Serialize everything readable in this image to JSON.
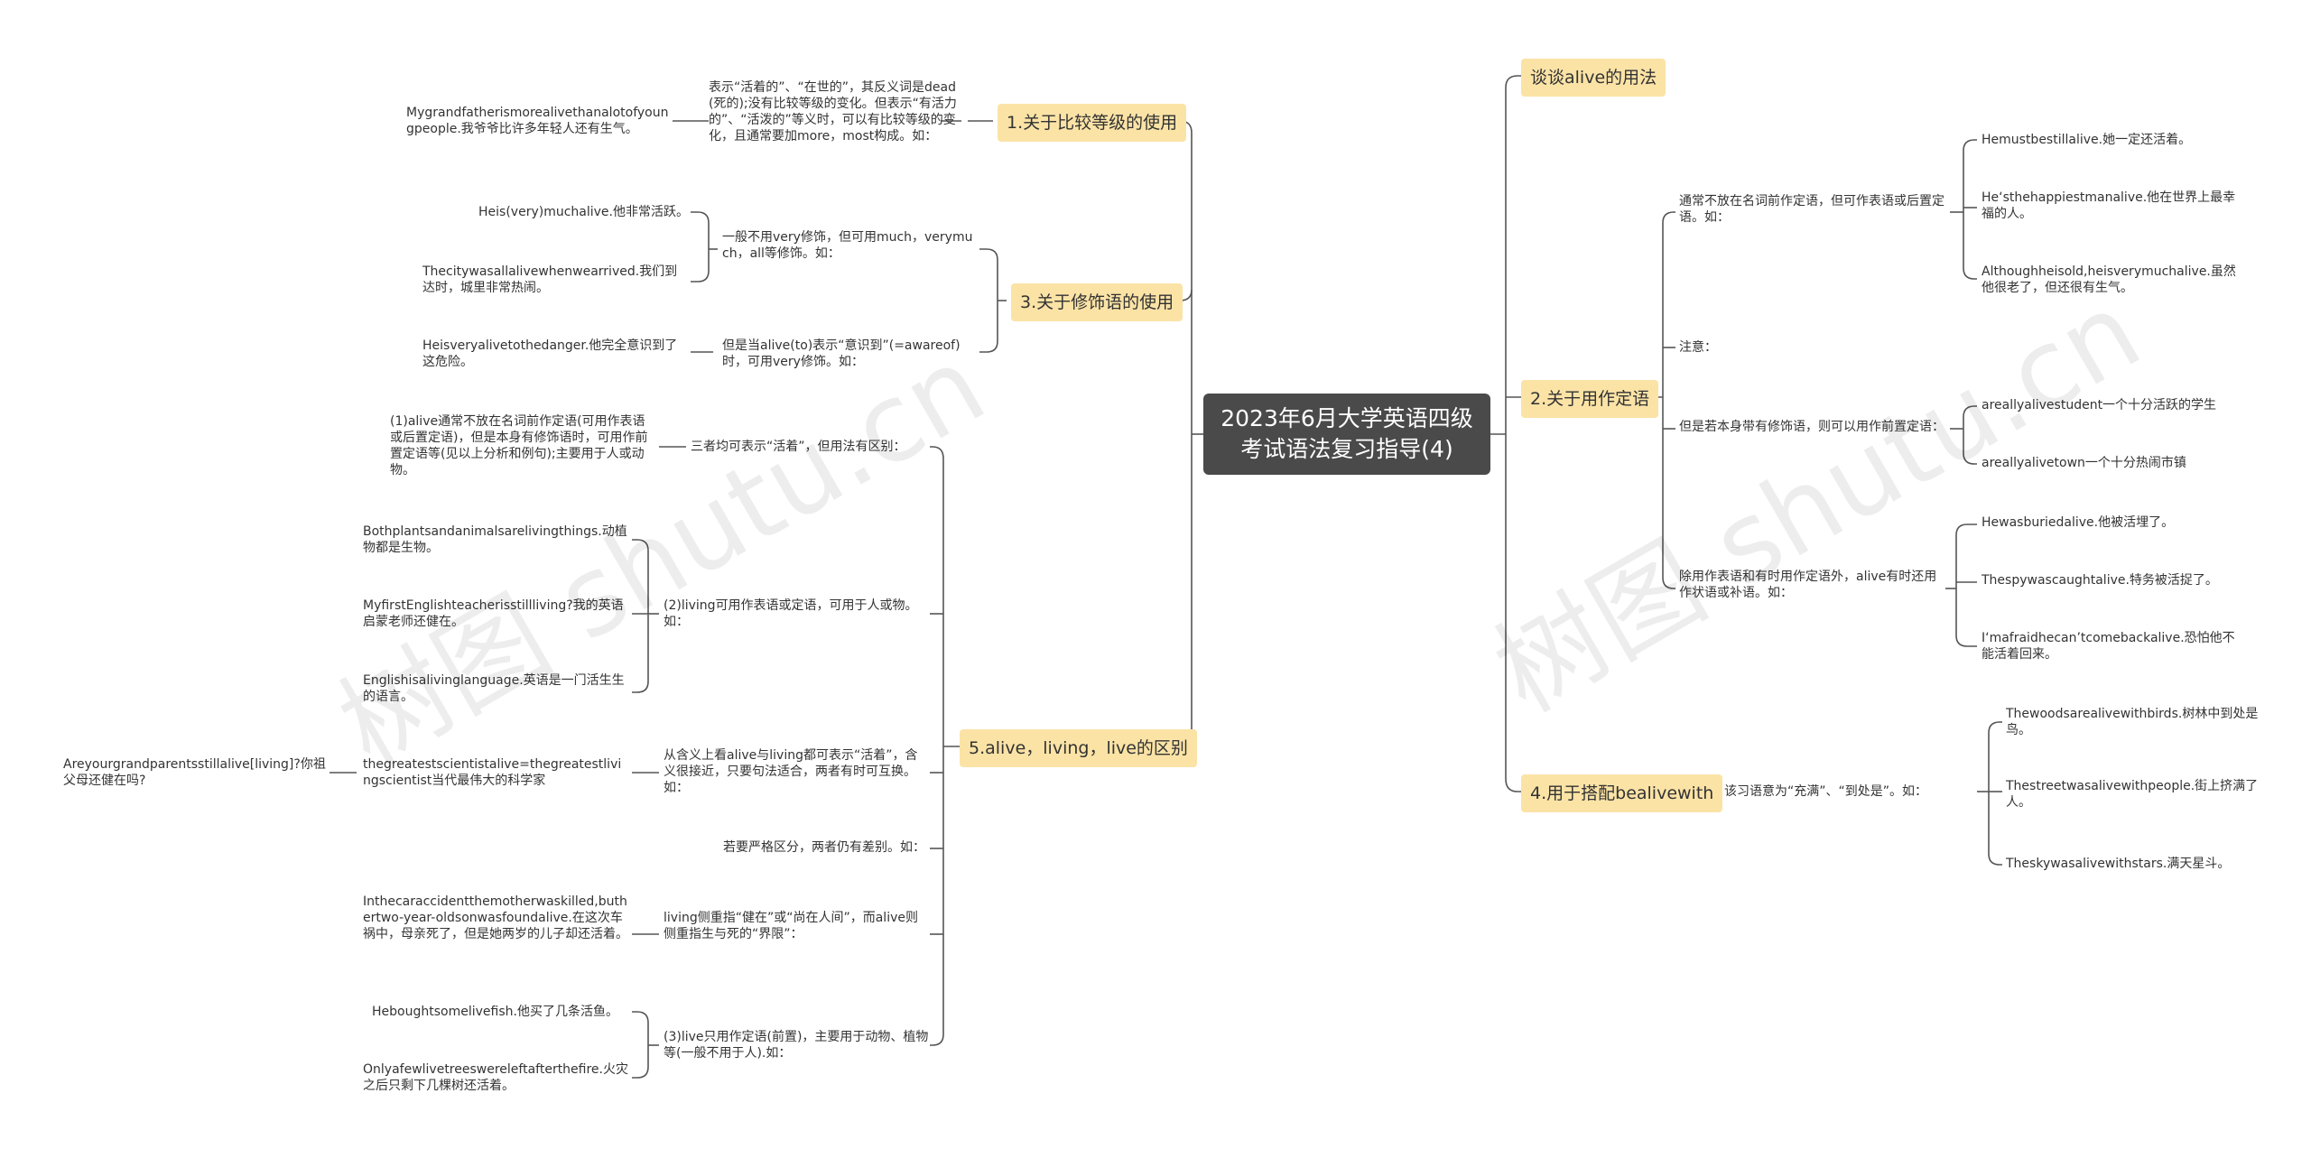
{
  "root": "2023年6月大学英语四级考试语法复习指导(4)",
  "watermark": "树图 shutu.cn",
  "branches": {
    "b0": "谈谈alive的用法",
    "b1": "1.关于比较等级的使用",
    "b2": "2.关于用作定语",
    "b3": "3.关于修饰语的使用",
    "b4": "4.用于搭配bealivewith",
    "b5": "5.alive，living，live的区别"
  },
  "left": {
    "b1_desc": "表示“活着的”、“在世的”，其反义词是dead(死的);没有比较等级的变化。但表示“有活力的”、“活泼的”等义时，可以有比较等级的变化，且通常要加more，most构成。如：",
    "b1_ex": "Mygrandfatherismorealivethanalotofyoungpeople.我爷爷比许多年轻人还有生气。",
    "b3_s1": "一般不用very修饰，但可用much，verymuch，all等修饰。如：",
    "b3_s1_ex1": "Heis(very)muchalive.他非常活跃。",
    "b3_s1_ex2": "Thecitywasallalivewhenwearrived.我们到达时，城里非常热闹。",
    "b3_s2": "但是当alive(to)表示“意识到”(=awareof)时，可用very修饰。如：",
    "b3_s2_ex": "Heisveryalivetothedanger.他完全意识到了这危险。",
    "b5_s1": "三者均可表示“活着”，但用法有区别：",
    "b5_s1_d": "(1)alive通常不放在名词前作定语(可用作表语或后置定语)，但是本身有修饰语时，可用作前置定语等(见以上分析和例句);主要用于人或动物。",
    "b5_s2": "(2)living可用作表语或定语，可用于人或物。如：",
    "b5_s2_ex1": "Bothplantsandanimalsarelivingthings.动植物都是生物。",
    "b5_s2_ex2": "MyfirstEnglishteacherisstillliving?我的英语启蒙老师还健在。",
    "b5_s2_ex3": "Englishisalivinglanguage.英语是一门活生生的语言。",
    "b5_s3": "从含义上看alive与living都可表示“活着”，含义很接近，只要句法适合，两者有时可互换。如：",
    "b5_s3_ex": "thegreatestscientistalive=thegreatestlivingscientist当代最伟大的科学家",
    "b5_s3_ex2": "Areyourgrandparentsstillalive[living]?你祖父母还健在吗?",
    "b5_s4": "若要严格区分，两者仍有差别。如：",
    "b5_s5": "living侧重指“健在”或“尚在人间”，而alive则侧重指生与死的“界限”：",
    "b5_s5_ex": "Inthecaraccidentthemotherwaskilled,buthertwo-year-oldsonwasfoundalive.在这次车祸中，母亲死了，但是她两岁的儿子却还活着。",
    "b5_s6": "(3)live只用作定语(前置)，主要用于动物、植物等(一般不用于人).如：",
    "b5_s6_ex1": "Heboughtsomelivefish.他买了几条活鱼。",
    "b5_s6_ex2": "Onlyafewlivetreeswereleftafterthefire.火灾之后只剩下几棵树还活着。"
  },
  "right": {
    "b2_s1": "通常不放在名词前作定语，但可作表语或后置定语。如：",
    "b2_s1_ex1": "Hemustbestillalive.她一定还活着。",
    "b2_s1_ex2": "He‘sthehappiestmanalive.他在世界上最幸福的人。",
    "b2_s1_ex3": "Althoughheisold,heisverymuchalive.虽然他很老了，但还很有生气。",
    "b2_s2": "注意：",
    "b2_s3": "但是若本身带有修饰语，则可以用作前置定语：",
    "b2_s3_ex1": "areallyalivestudent一个十分活跃的学生",
    "b2_s3_ex2": "areallyalivetown一个十分热闹市镇",
    "b2_s4": "除用作表语和有时用作定语外，alive有时还用作状语或补语。如：",
    "b2_s4_ex1": "Hewasburiedalive.他被活埋了。",
    "b2_s4_ex2": "Thespywascaughtalive.特务被活捉了。",
    "b2_s4_ex3": "I‘mafraidhecan’tcomebackalive.恐怕他不能活着回来。",
    "b4_s1": "该习语意为“充满”、“到处是”。如：",
    "b4_s1_ex1": "Thewoodsarealivewithbirds.树林中到处是鸟。",
    "b4_s1_ex2": "Thestreetwasalivewithpeople.街上挤满了人。",
    "b4_s1_ex3": "Theskywasalivewithstars.满天星斗。"
  },
  "colors": {
    "line": "#555555",
    "branch_bg": "#fbe3a6",
    "root_bg": "#4a4a4a"
  }
}
